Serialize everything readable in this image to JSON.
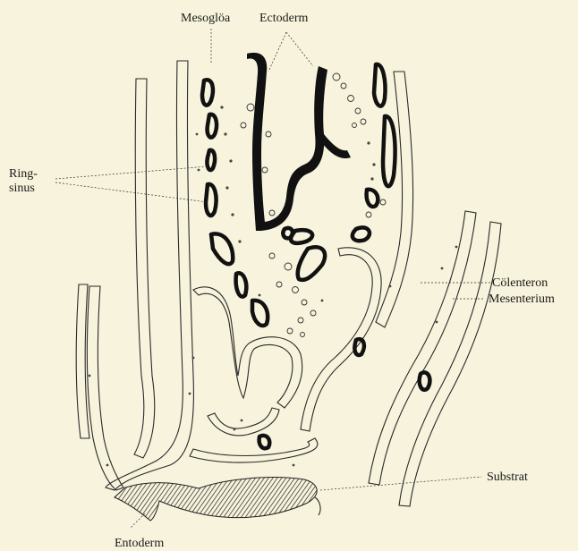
{
  "labels": {
    "mesogloea": "Mesoglöa",
    "ectoderm": "Ectoderm",
    "ring": "Ring-",
    "sinus": "sinus",
    "coelenteron": "Cölenteron",
    "mesenterium": "Mesenterium",
    "substrat": "Substrat",
    "entoderm": "Entoderm"
  },
  "colors": {
    "background": "#f7f3dc",
    "ink": "#1a1a1a"
  }
}
